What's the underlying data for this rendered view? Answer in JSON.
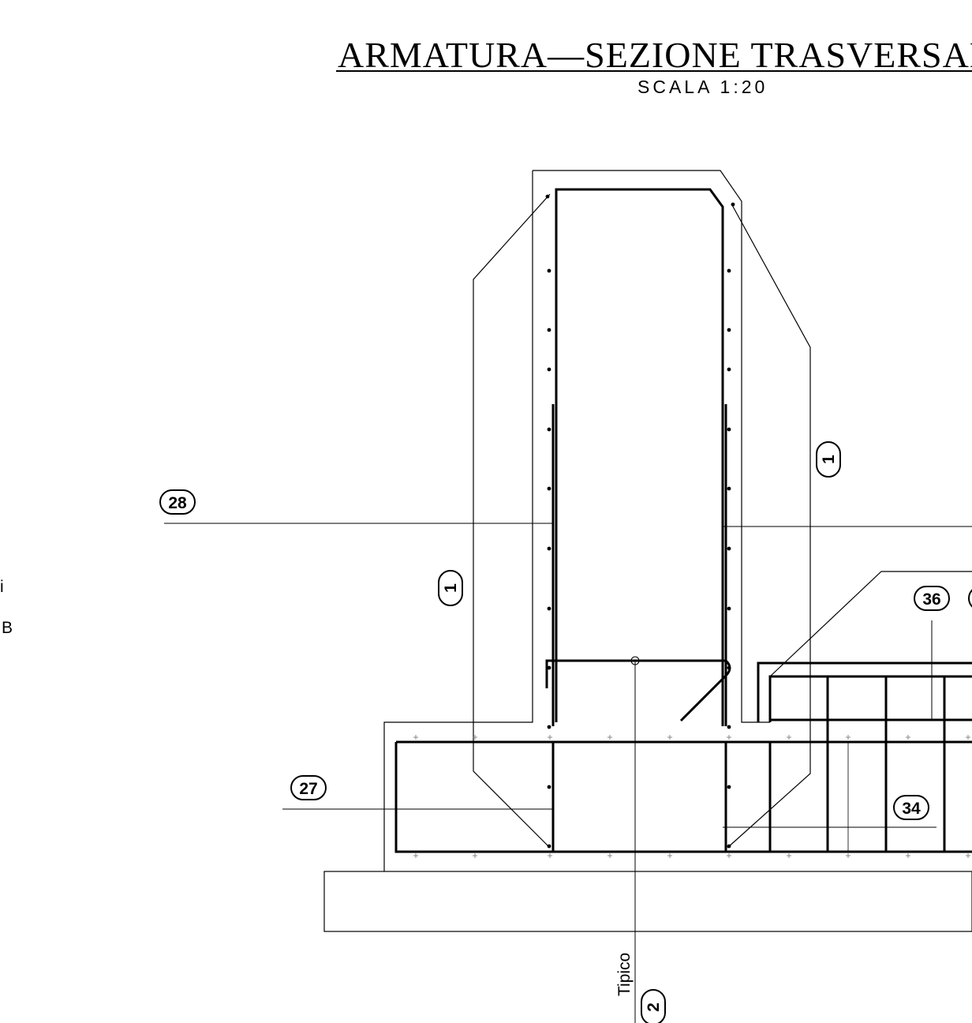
{
  "drawing": {
    "title": "ARMATURA—SEZIONE TRASVERSAL",
    "scale": "SCALA 1:20",
    "tags": {
      "t28": "28",
      "t27": "27",
      "t1_left": "1",
      "t1_right": "1",
      "t36": "36",
      "t34": "34",
      "t2": "2"
    },
    "tipico": "Tipico",
    "side_fragments": [
      "i",
      "B"
    ]
  }
}
